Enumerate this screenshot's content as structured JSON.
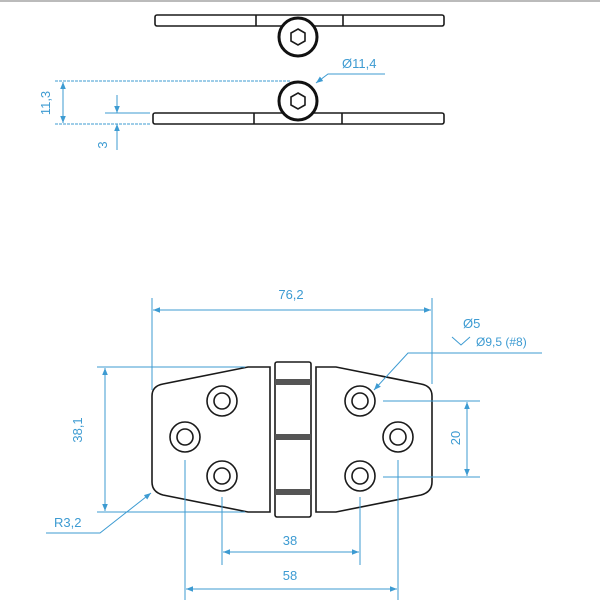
{
  "title": "Hinge technical drawing",
  "colors": {
    "dimension": "#3d9bd2",
    "outline": "#1a1a1a"
  },
  "side_view": {
    "dim_height": "11,3",
    "dim_thickness": "3",
    "dim_knuckle_diameter": "Ø11,4"
  },
  "front_view": {
    "dim_overall_width": "76,2",
    "dim_overall_height": "38,1",
    "dim_hole_diameter": "Ø5",
    "dim_countersink": "Ø9,5 (#8)",
    "dim_vertical_hole_spacing": "20",
    "dim_inner_hole_spacing": "38",
    "dim_outer_hole_spacing": "58",
    "dim_corner_radius": "R3,2"
  }
}
